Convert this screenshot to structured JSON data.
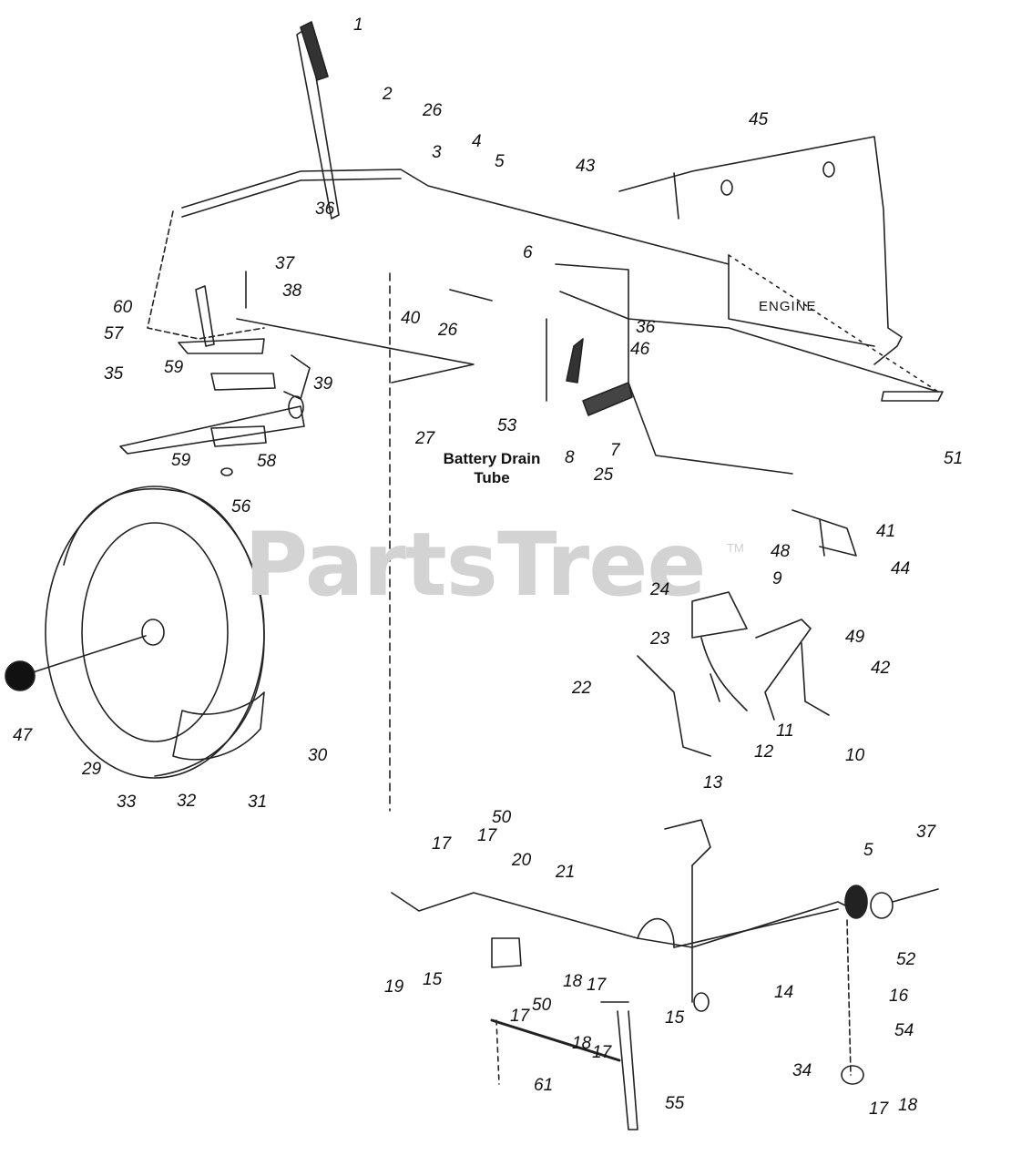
{
  "watermark": {
    "text": "PartsTree",
    "trademark": "TM"
  },
  "labels": {
    "engine": "ENGINE",
    "battery_line1": "Battery Drain",
    "battery_line2": "Tube"
  },
  "callouts": [
    "1",
    "2",
    "26",
    "3",
    "4",
    "5",
    "43",
    "45",
    "36",
    "37",
    "38",
    "6",
    "40",
    "26",
    "36",
    "46",
    "60",
    "57",
    "59",
    "35",
    "39",
    "59",
    "58",
    "56",
    "53",
    "27",
    "8",
    "7",
    "25",
    "51",
    "41",
    "48",
    "44",
    "9",
    "24",
    "23",
    "49",
    "42",
    "22",
    "11",
    "12",
    "10",
    "13",
    "47",
    "29",
    "30",
    "33",
    "32",
    "31",
    "50",
    "17",
    "17",
    "20",
    "21",
    "5",
    "37",
    "52",
    "19",
    "15",
    "18",
    "17",
    "14",
    "15",
    "16",
    "54",
    "17",
    "50",
    "18",
    "17",
    "61",
    "55",
    "34",
    "17",
    "18"
  ]
}
